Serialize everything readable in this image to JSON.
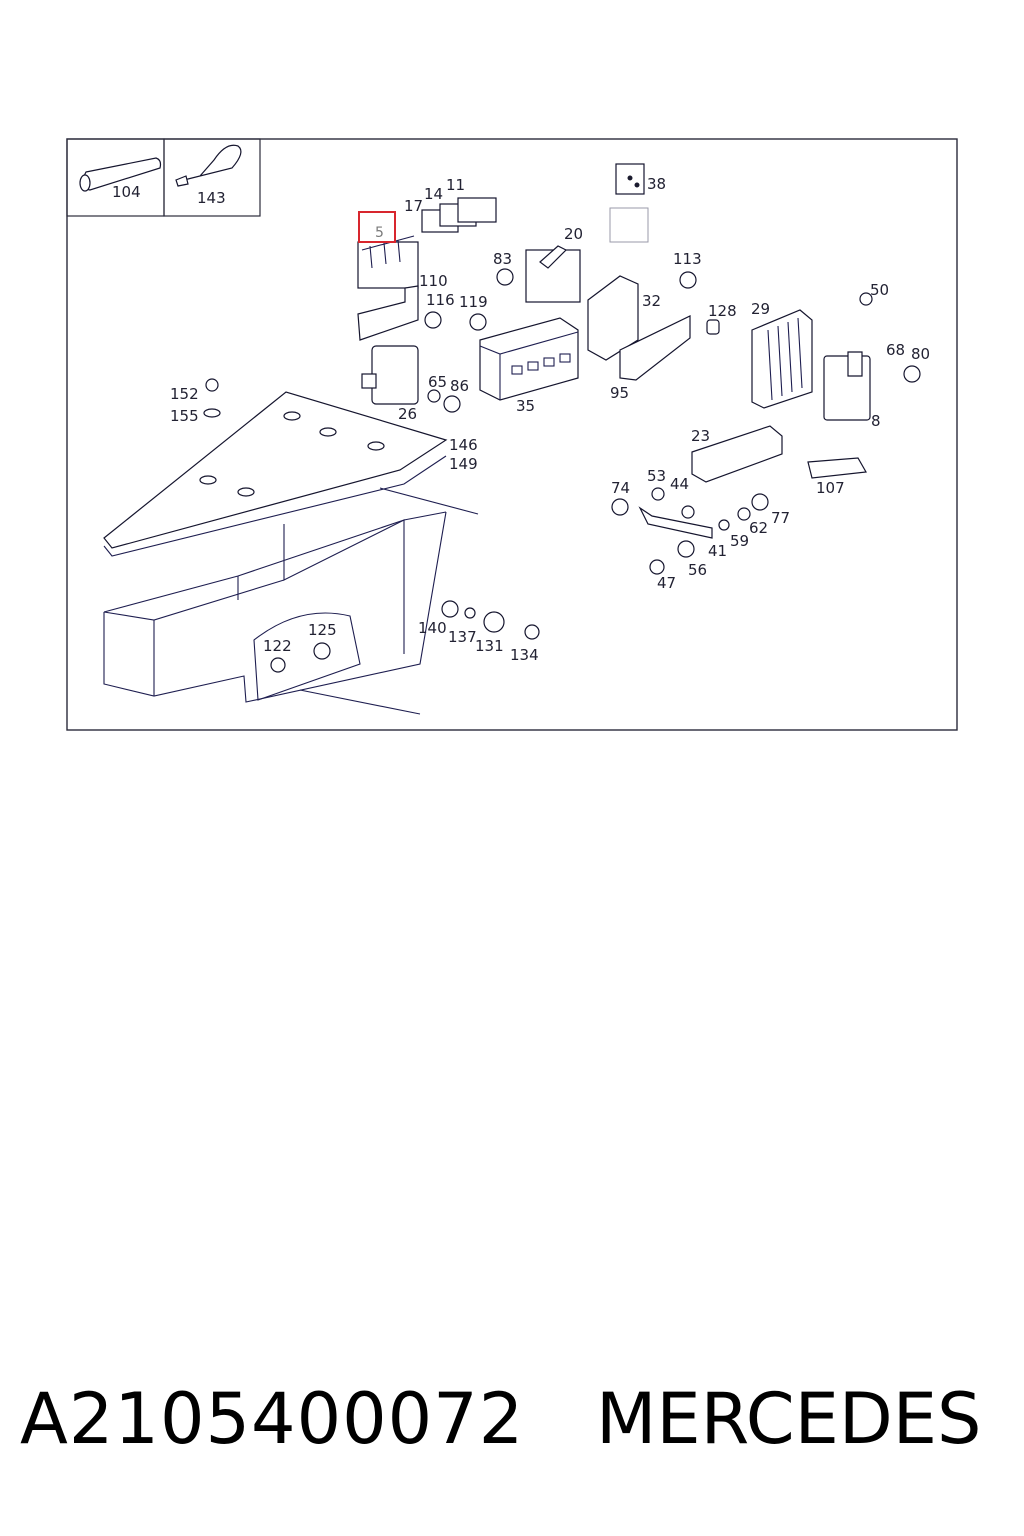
{
  "diagram": {
    "labels": [
      "104",
      "143",
      "38",
      "11",
      "14",
      "17",
      "5",
      "20",
      "83",
      "113",
      "110",
      "116",
      "119",
      "32",
      "128",
      "29",
      "50",
      "68",
      "80",
      "152",
      "155",
      "65",
      "86",
      "26",
      "35",
      "95",
      "8",
      "146",
      "149",
      "23",
      "53",
      "74",
      "44",
      "107",
      "77",
      "62",
      "59",
      "41",
      "56",
      "47",
      "140",
      "137",
      "131",
      "134",
      "122",
      "125"
    ],
    "highlighted_part": "5"
  },
  "footer": {
    "part_number": "A2105400072",
    "brand": "MERCEDES"
  }
}
